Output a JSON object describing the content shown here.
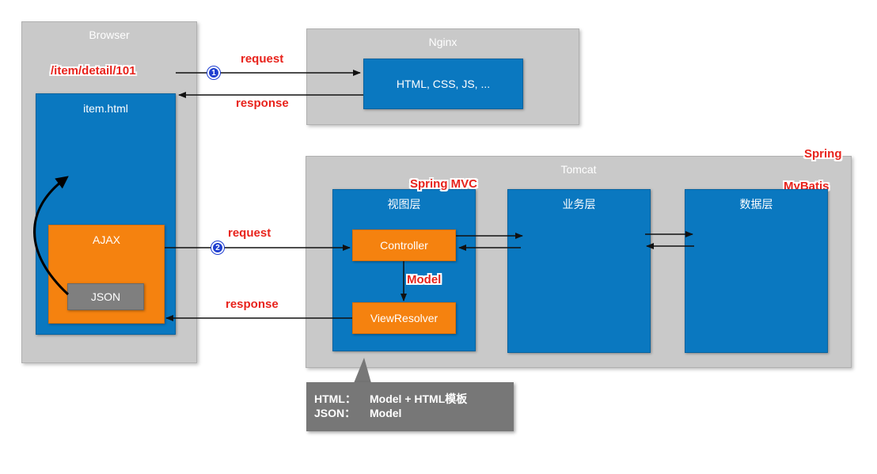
{
  "browser": {
    "title": "Browser",
    "url": "/item/detail/101",
    "page": "item.html",
    "ajax": "AJAX",
    "json": "JSON"
  },
  "nginx": {
    "title": "Nginx",
    "content": "HTML, CSS, JS, ..."
  },
  "tomcat": {
    "title": "Tomcat",
    "spring_label": "Spring",
    "spring_mvc_label": "Spring MVC",
    "mybatis_label": "MyBatis",
    "view_layer": "视图层",
    "business_layer": "业务层",
    "data_layer": "数据层",
    "controller": "Controller",
    "view_resolver": "ViewResolver",
    "model_label": "Model"
  },
  "flow": {
    "step1": "1",
    "step2": "2",
    "request1": "request",
    "response1": "response",
    "request2": "request",
    "response2": "response"
  },
  "note": {
    "line1_key": "HTML：",
    "line1_value": "Model + HTML模板",
    "line2_key": "JSON：",
    "line2_value": "Model"
  }
}
